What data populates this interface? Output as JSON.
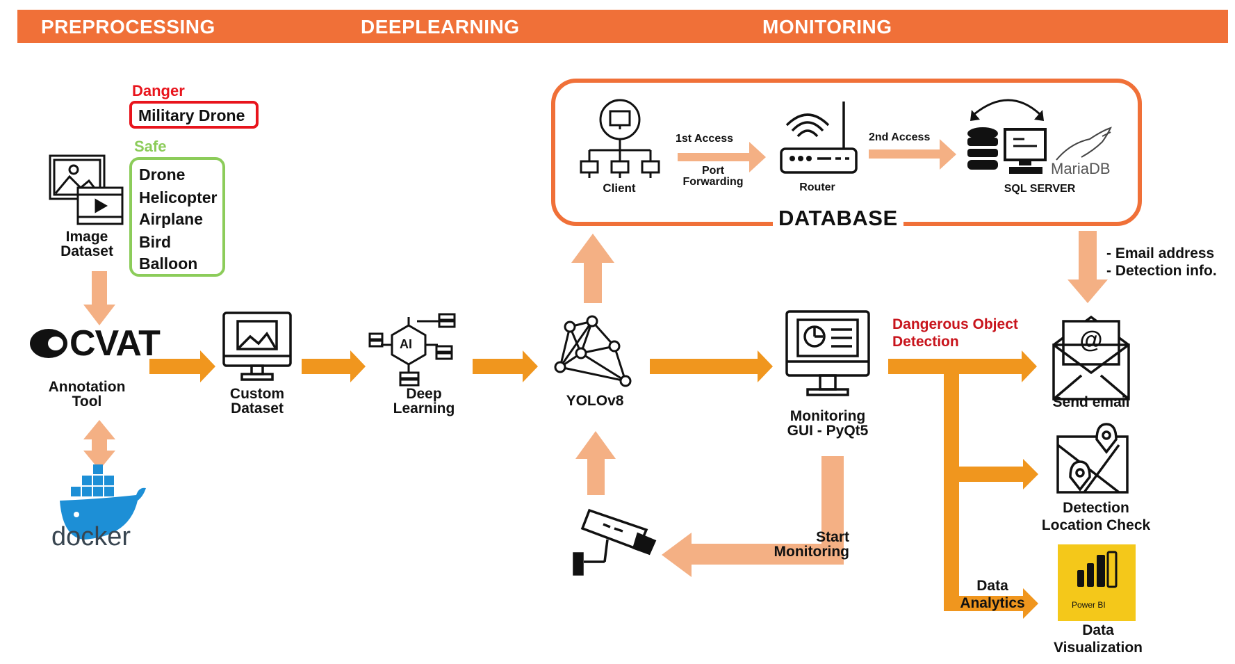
{
  "header": {
    "preprocessing": "PREPROCESSING",
    "deeplearning": "DEEPLEARNING",
    "monitoring": "MONITORING"
  },
  "classes": {
    "danger_label": "Danger",
    "danger_items": [
      "Military Drone"
    ],
    "safe_label": "Safe",
    "safe_items": [
      "Drone",
      "Helicopter",
      "Airplane",
      "Bird",
      "Balloon"
    ]
  },
  "preprocessing": {
    "image_dataset": [
      "Image",
      "Dataset"
    ],
    "cvat_logo": "CVAT",
    "annotation_tool": [
      "Annotation",
      "Tool"
    ],
    "docker_logo": "docker"
  },
  "pipeline": {
    "custom_dataset": [
      "Custom",
      "Dataset"
    ],
    "deep_learning": [
      "Deep",
      "Learning"
    ],
    "ai_chip": "AI",
    "yolo": "YOLOv8",
    "monitoring_gui": [
      "Monitoring",
      "GUI - PyQt5"
    ],
    "start_monitoring": [
      "Start",
      "Monitoring"
    ]
  },
  "database": {
    "title": "DATABASE",
    "client": "Client",
    "first_access": "1st Access",
    "port_forwarding": [
      "Port",
      "Forwarding"
    ],
    "router": "Router",
    "second_access": "2nd Access",
    "sql_server": "SQL SERVER",
    "mariadb": "MariaDB"
  },
  "outputs": {
    "email_info": [
      "- Email address",
      "- Detection info."
    ],
    "dangerous_detection": [
      "Dangerous Object",
      "Detection"
    ],
    "send_email": "Send email",
    "location_check": [
      "Detection",
      "Location Check"
    ],
    "data_analytics": [
      "Data",
      "Analytics"
    ],
    "power_bi": "Power BI",
    "data_visualization": [
      "Data",
      "Visualization"
    ]
  },
  "colors": {
    "header": "#f07038",
    "arrow_dark": "#f0961e",
    "arrow_light": "#f4b084",
    "danger": "#e8141c",
    "safe": "#8ccc5a",
    "docker_blue": "#1d8fd6",
    "powerbi_yellow": "#f4c81a"
  }
}
